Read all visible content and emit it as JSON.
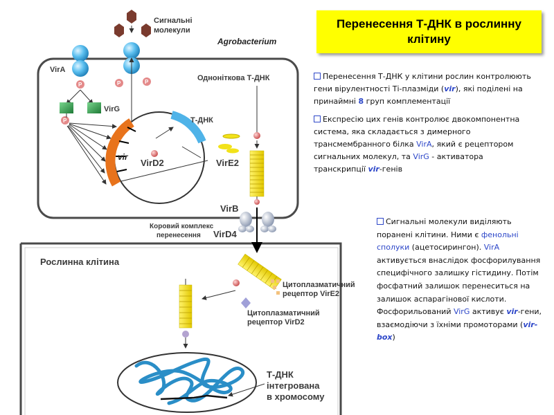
{
  "title": "Перенесення Т-ДНК в рослинну клітину",
  "diagram_labels": {
    "signal_molecules": [
      "Сигнальні",
      "молекули"
    ],
    "agrobacterium": "Agrobacterium",
    "vira": "VirA",
    "virg": "VirG",
    "p": "P",
    "single_strand_tdna": "Одноніткова Т-ДНК",
    "tdna": "Т-ДНК",
    "vir": "vir",
    "vird2": "VirD2",
    "vire2": "VirE2",
    "virb": "VirB",
    "vird4": "VirD4",
    "core_complex": [
      "Коровий комплекс",
      "перенесення"
    ],
    "plant_cell": "Рослинна клітина",
    "cyto_vire2": [
      "Цитоплазматичний",
      "рецептор VirE2"
    ],
    "cyto_vird2": [
      "Цитоплазматичний",
      "рецептор VirD2"
    ],
    "tdna_integrated": [
      "Т-ДНК",
      "інтегрована",
      "в хромосому"
    ]
  },
  "text_block_1": {
    "p1": {
      "a": "Перенесення Т-ДНК у клітини рослин контролюють гени вірулентності Ті-плазміди (",
      "vir": "vir",
      "b": "), які поділені на принаймні ",
      "num": "8",
      "c": " груп комплементації"
    },
    "p2": {
      "a": "Експресію цих генів контролює двокомпонентна система, яка складається з димерного трансмембранного білка ",
      "vira": "VirA",
      "b": ", який є рецептором сигнальних молекул, та ",
      "virg": "VirG",
      "c": " - активатора транскрипції ",
      "vir": "vir",
      "d": "-генів"
    }
  },
  "text_block_2": {
    "a": "Сигнальні молекули виділяють поранені клітини. Ними є ",
    "phenolic": "фенольні сполуки",
    "b": " (ацетосирингон). ",
    "vira": "VirA",
    "c": " активується внаслідок фосфорилування специфічного залишку гістидину. Потім фосфатний залишок перенеситься на залишок аспарагінової кислоти. Фосфорильований ",
    "virg": "VirG",
    "d": " активує ",
    "vir": "vir",
    "e": "-гени, взаємодіючи з їхніми промоторами (",
    "virbox": "vir-box",
    "f": ")"
  },
  "colors": {
    "title_bg": "#ffff00",
    "accent_blue": "#2c46c8",
    "vir_orange": "#e8731c",
    "tdna_blue": "#4fb3e8",
    "virg_green": "#2e9a4a",
    "p_pink": "#e48a8a",
    "vire2_yellow": "#f2e21a",
    "signal_brown": "#7a3b2e"
  },
  "icons": [
    "signal-molecule-icon",
    "vira-receptor-icon",
    "virg-protein-icon",
    "phosphate-icon",
    "plasmid-icon",
    "virb-channel-icon",
    "chromosome-icon"
  ]
}
